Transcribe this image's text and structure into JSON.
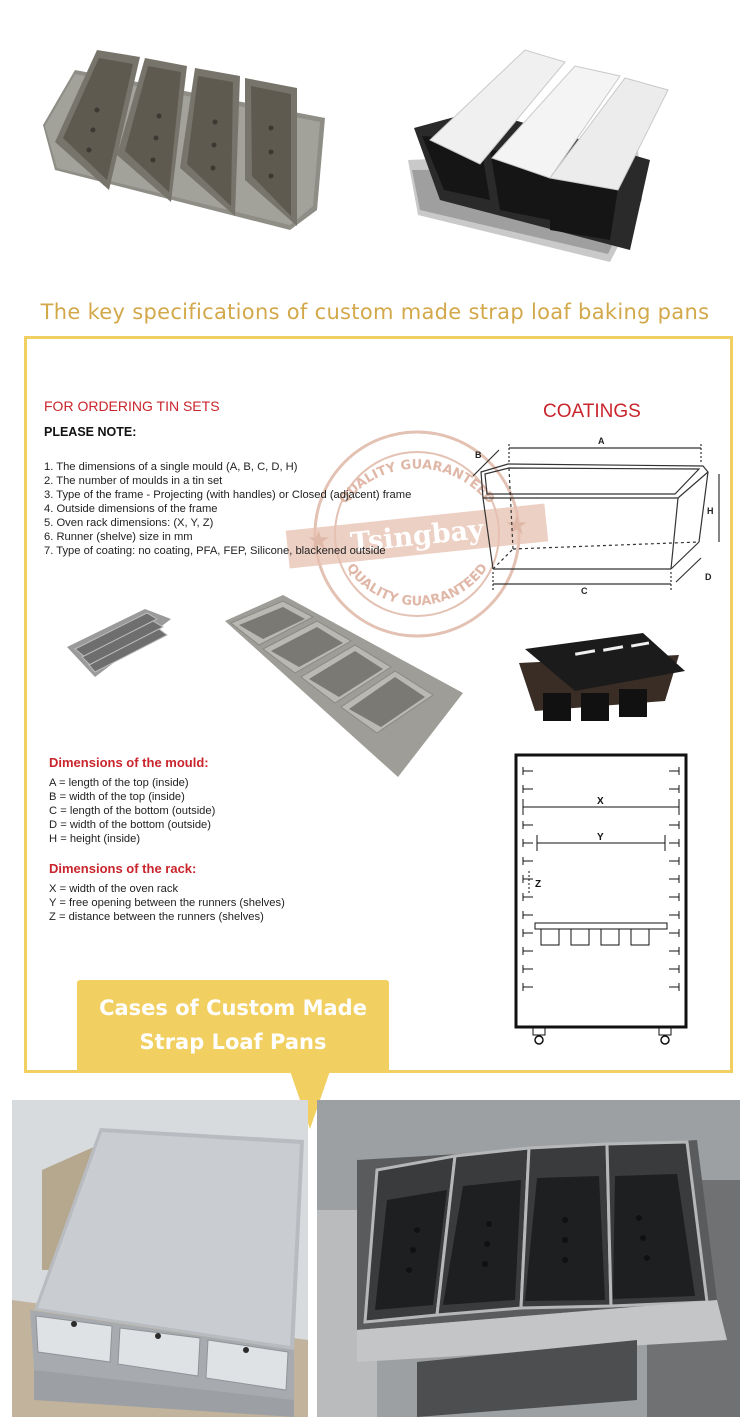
{
  "heading": "The key specifications of custom made strap loaf baking pans",
  "ordering_title": "FOR ORDERING TIN SETS",
  "please_note": "PLEASE NOTE:",
  "notes": [
    "1. The dimensions of a single mould (A, B, C, D, H)",
    "2. The number of moulds in a tin set",
    "3. Type of the frame - Projecting (with handles) or Closed (adjacent) frame",
    "4. Outside dimensions of the frame",
    "5. Oven rack dimensions: (X, Y, Z)",
    "6. Runner (shelve) size in mm",
    "7. Type of coating: no coating, PFA, FEP, Silicone, blackened outside"
  ],
  "coatings": "COATINGS",
  "watermark": {
    "brand": "Tsingbay",
    "top_text": "QUALITY GUARANTEED",
    "bottom_text": "QUALITY GUARANTEED"
  },
  "mould_diagram": {
    "A": "A",
    "B": "B",
    "C": "C",
    "D": "D",
    "H": "H"
  },
  "mould_title": "Dimensions of the mould:",
  "mould_dims": [
    "A = length of the top (inside)",
    "B = width of the top (inside)",
    "C = length of the bottom (outside)",
    "D = width of the bottom (outside)",
    "H = height (inside)"
  ],
  "rack_title": "Dimensions of the rack:",
  "rack_dims": [
    "X = width of the oven rack",
    "Y = free opening between the runners (shelves)",
    "Z = distance between the runners (shelves)"
  ],
  "rack_diagram": {
    "X": "X",
    "Y": "Y",
    "Z": "Z"
  },
  "callout": {
    "line1": "Cases of Custom Made",
    "line2": "Strap Loaf Pans"
  },
  "colors": {
    "accent": "#f1cf61",
    "heading": "#d3a84a",
    "red": "#c9252c"
  }
}
